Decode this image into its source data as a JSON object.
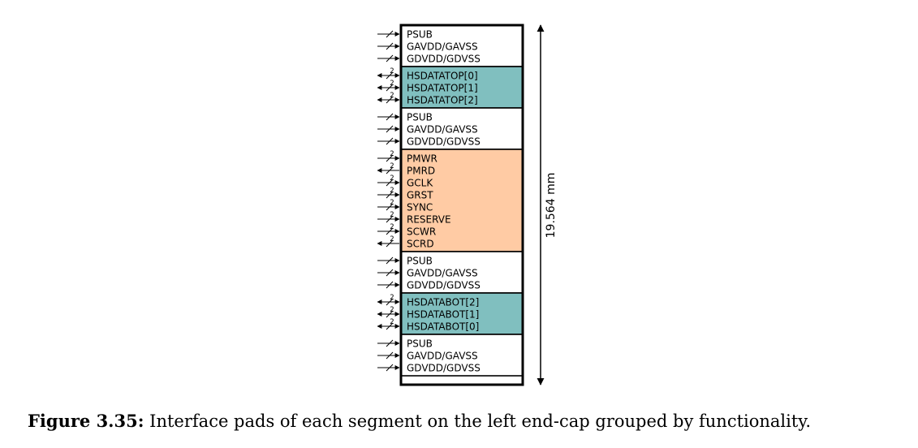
{
  "colors": {
    "power": "#ffffff",
    "hsdata": "#80bfbf",
    "control": "#ffcba4",
    "border": "#000000"
  },
  "groups": [
    {
      "kind": "power",
      "pins": [
        {
          "label": "PSUB",
          "dir": "in",
          "bus": ""
        },
        {
          "label": "GAVDD/GAVSS",
          "dir": "in",
          "bus": ""
        },
        {
          "label": "GDVDD/GDVSS",
          "dir": "in",
          "bus": ""
        }
      ]
    },
    {
      "kind": "hsdata",
      "pins": [
        {
          "label": "HSDATATOP[0]",
          "dir": "bidir",
          "bus": "2"
        },
        {
          "label": "HSDATATOP[1]",
          "dir": "bidir",
          "bus": "2"
        },
        {
          "label": "HSDATATOP[2]",
          "dir": "bidir",
          "bus": "2"
        }
      ]
    },
    {
      "kind": "power",
      "pins": [
        {
          "label": "PSUB",
          "dir": "in",
          "bus": ""
        },
        {
          "label": "GAVDD/GAVSS",
          "dir": "in",
          "bus": ""
        },
        {
          "label": "GDVDD/GDVSS",
          "dir": "in",
          "bus": ""
        }
      ]
    },
    {
      "kind": "control",
      "pins": [
        {
          "label": "PMWR",
          "dir": "in",
          "bus": "2"
        },
        {
          "label": "PMRD",
          "dir": "out",
          "bus": "2"
        },
        {
          "label": "GCLK",
          "dir": "in",
          "bus": "2"
        },
        {
          "label": "GRST",
          "dir": "in",
          "bus": "2"
        },
        {
          "label": "SYNC",
          "dir": "in",
          "bus": "2"
        },
        {
          "label": "RESERVE",
          "dir": "in",
          "bus": "2"
        },
        {
          "label": "SCWR",
          "dir": "in",
          "bus": "2"
        },
        {
          "label": "SCRD",
          "dir": "out",
          "bus": "2"
        }
      ]
    },
    {
      "kind": "power",
      "pins": [
        {
          "label": "PSUB",
          "dir": "in",
          "bus": ""
        },
        {
          "label": "GAVDD/GAVSS",
          "dir": "in",
          "bus": ""
        },
        {
          "label": "GDVDD/GDVSS",
          "dir": "in",
          "bus": ""
        }
      ]
    },
    {
      "kind": "hsdata",
      "pins": [
        {
          "label": "HSDATABOT[2]",
          "dir": "bidir",
          "bus": "2"
        },
        {
          "label": "HSDATABOT[1]",
          "dir": "bidir",
          "bus": "2"
        },
        {
          "label": "HSDATABOT[0]",
          "dir": "bidir",
          "bus": "2"
        }
      ]
    },
    {
      "kind": "power",
      "pins": [
        {
          "label": "PSUB",
          "dir": "in",
          "bus": ""
        },
        {
          "label": "GAVDD/GAVSS",
          "dir": "in",
          "bus": ""
        },
        {
          "label": "GDVDD/GDVSS",
          "dir": "in",
          "bus": ""
        }
      ]
    }
  ],
  "dimension": {
    "label": "19.564 mm"
  },
  "caption": {
    "label": "Figure 3.35:",
    "text": "Interface pads of each segment on the left end-cap grouped by functionality."
  }
}
